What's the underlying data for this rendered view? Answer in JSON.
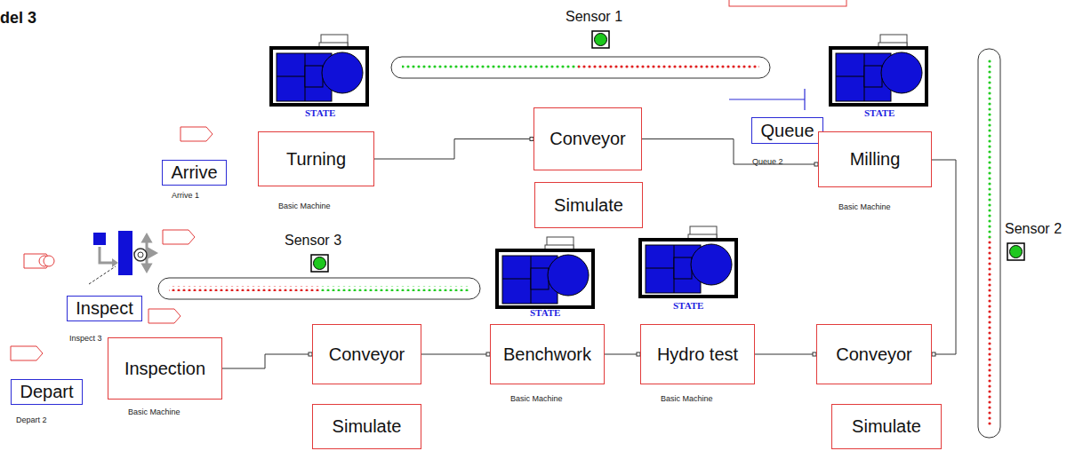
{
  "diagram": {
    "nodes": [
      {
        "text": [
          "Conveyor"
        ]
      },
      {
        "text": [
          "Queue",
          "Queue 2"
        ]
      },
      {
        "text": [
          "Turning",
          "Basic Machine"
        ]
      },
      {
        "text": [
          "Milling",
          "Basic Machine"
        ]
      },
      {
        "text": [
          "Arrive",
          "Arrive 1"
        ]
      },
      {
        "text": [
          "Simulate"
        ]
      },
      {
        "text": [
          "Inspect",
          "Inspect 3"
        ]
      },
      {
        "text": [
          "Conveyor"
        ]
      },
      {
        "text": [
          "Benchwork",
          "Basic Machine"
        ]
      },
      {
        "text": [
          "Hydro test",
          "Basic Machine"
        ]
      },
      {
        "text": [
          "Conveyor"
        ]
      },
      {
        "text": [
          "Inspection",
          "Basic Machine"
        ]
      },
      {
        "text": [
          "Depart",
          "Depart 2"
        ]
      },
      {
        "text": [
          "Simulate"
        ]
      },
      {
        "text": [
          "Simulate"
        ]
      }
    ],
    "edges": [
      {
        "from": 2,
        "to": 0,
        "arrow": "none"
      },
      {
        "from": 0,
        "to": 3,
        "arrow": "none"
      },
      {
        "from": 3,
        "to": 10,
        "arrow": "none"
      },
      {
        "from": 9,
        "to": 10,
        "arrow": "none"
      },
      {
        "from": 8,
        "to": 9,
        "arrow": "none"
      },
      {
        "from": 7,
        "to": 8,
        "arrow": "none"
      },
      {
        "from": 11,
        "to": 7,
        "arrow": "none"
      }
    ],
    "labels": [
      "del 3",
      "Sensor 1",
      "STATE",
      "STATE",
      "Sensor 2",
      "Sensor 3",
      "STATE",
      "STATE"
    ]
  }
}
